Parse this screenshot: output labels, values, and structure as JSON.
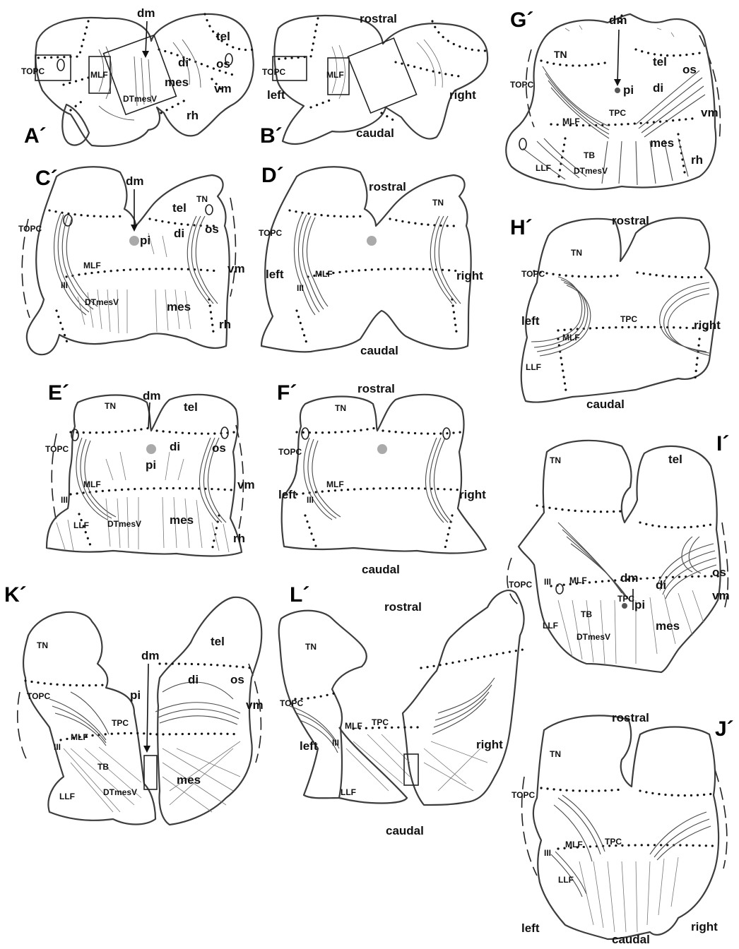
{
  "panels": [
    {
      "id": "A",
      "letter": "A´",
      "labels": {
        "dm": "dm",
        "tel": "tel",
        "di": "di",
        "os": "os",
        "topc": "TOPC",
        "mlf": "MLF",
        "mes": "mes",
        "vm": "vm",
        "dtmesv": "DTmesV",
        "rh": "rh"
      }
    },
    {
      "id": "B",
      "letter": "B´",
      "labels": {
        "rostral": "rostral",
        "topc": "TOPC",
        "mlf": "MLF",
        "left": "left",
        "right": "right",
        "caudal": "caudal"
      }
    },
    {
      "id": "C",
      "letter": "C´",
      "labels": {
        "dm": "dm",
        "tn": "TN",
        "tel": "tel",
        "topc": "TOPC",
        "pi": "pi",
        "di": "di",
        "os": "os",
        "mlf": "MLF",
        "vm": "vm",
        "iii": "III",
        "dtmesv": "DTmesV",
        "mes": "mes",
        "rh": "rh"
      }
    },
    {
      "id": "D",
      "letter": "D´",
      "labels": {
        "rostral": "rostral",
        "tn": "TN",
        "topc": "TOPC",
        "left": "left",
        "mlf": "MLF",
        "iii": "III",
        "right": "right",
        "caudal": "caudal"
      }
    },
    {
      "id": "E",
      "letter": "E´",
      "labels": {
        "tn": "TN",
        "dm": "dm",
        "tel": "tel",
        "topc": "TOPC",
        "di": "di",
        "os": "os",
        "pi": "pi",
        "mlf": "MLF",
        "vm": "vm",
        "iii": "III",
        "mes": "mes",
        "llf": "LLF",
        "dtmesv": "DTmesV",
        "rh": "rh"
      }
    },
    {
      "id": "F",
      "letter": "F´",
      "labels": {
        "rostral": "rostral",
        "tn": "TN",
        "topc": "TOPC",
        "left": "left",
        "mlf": "MLF",
        "iii": "III",
        "right": "right",
        "caudal": "caudal"
      }
    },
    {
      "id": "G",
      "letter": "G´",
      "labels": {
        "dm": "dm",
        "tn": "TN",
        "tel": "tel",
        "os": "os",
        "topc": "TOPC",
        "pi": "pi",
        "di": "di",
        "vm": "vm",
        "mlf": "MLF",
        "tpc": "TPC",
        "mes": "mes",
        "rh": "rh",
        "tb": "TB",
        "llf": "LLF",
        "dtmesv": "DTmesV"
      }
    },
    {
      "id": "H",
      "letter": "H´",
      "labels": {
        "rostral": "rostral",
        "tn": "TN",
        "topc": "TOPC",
        "left": "left",
        "tpc": "TPC",
        "right": "right",
        "mlf": "MLF",
        "llf": "LLF",
        "caudal": "caudal"
      }
    },
    {
      "id": "I",
      "letter": "I´",
      "labels": {
        "tn": "TN",
        "tel": "tel",
        "dm": "dm",
        "topc": "TOPC",
        "di": "di",
        "os": "os",
        "pi": "pi",
        "tpc": "TPC",
        "iii": "III",
        "mlf": "MLF",
        "vm": "vm",
        "tb": "TB",
        "llf": "LLF",
        "mes": "mes",
        "dtmesv": "DTmesV"
      }
    },
    {
      "id": "K",
      "letter": "K´",
      "labels": {
        "tn": "TN",
        "dm": "dm",
        "tel": "tel",
        "di": "di",
        "os": "os",
        "topc": "TOPC",
        "pi": "pi",
        "vm": "vm",
        "tpc": "TPC",
        "mlf": "MLF",
        "iii": "III",
        "tb": "TB",
        "mes": "mes",
        "llf": "LLF",
        "dtmesv": "DTmesV"
      }
    },
    {
      "id": "L",
      "letter": "L´",
      "labels": {
        "rostral": "rostral",
        "tn": "TN",
        "topc": "TOPC",
        "mlf": "MLF",
        "tpc": "TPC",
        "left": "left",
        "iii": "III",
        "right": "right",
        "llf": "LLF",
        "caudal": "caudal"
      }
    },
    {
      "id": "J",
      "letter": "J´",
      "labels": {
        "rostral": "rostral",
        "tn": "TN",
        "topc": "TOPC",
        "mlf": "MLF",
        "tpc": "TPC",
        "iii": "III",
        "llf": "LLF",
        "left": "left",
        "caudal": "caudal",
        "right": "right"
      }
    }
  ],
  "colors": {
    "outline": "#3d3d3d",
    "fiber": "#4a4a4a",
    "pineal": "#aaaaaa",
    "text": "#111111"
  }
}
